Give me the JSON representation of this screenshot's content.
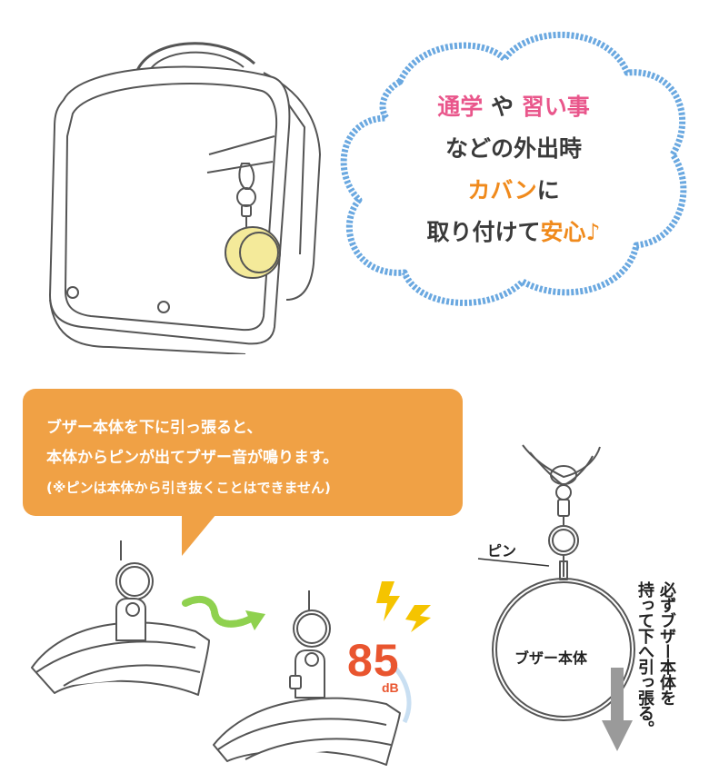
{
  "cloud": {
    "line1_a": "通学",
    "line1_b": "や",
    "line1_c": "習い事",
    "line2": "などの外出時",
    "line3_a": "カバン",
    "line3_b": "に",
    "line4_a": "取り付けて",
    "line4_b": "安心♪"
  },
  "bubble": {
    "line1": "ブザー本体を下に引っ張ると、",
    "line2": "本体からピンが出てブザー音が鳴ります。",
    "line3": "(※ピンは本体から引き抜くことはできません)"
  },
  "sound": {
    "value": "85",
    "unit": "dB"
  },
  "diagram": {
    "pin_label": "ピン",
    "body_label": "ブザー本体",
    "instruction_col1": "必ずブザー本体を",
    "instruction_col2": "持って下へ引っ張る。"
  },
  "colors": {
    "pink": "#e9568b",
    "orange": "#f08a1c",
    "bubble": "#f0a145",
    "db_red": "#e9552f",
    "cloud_blue": "#6aa8e0",
    "buzzer_yellow": "#f4ea9a"
  }
}
